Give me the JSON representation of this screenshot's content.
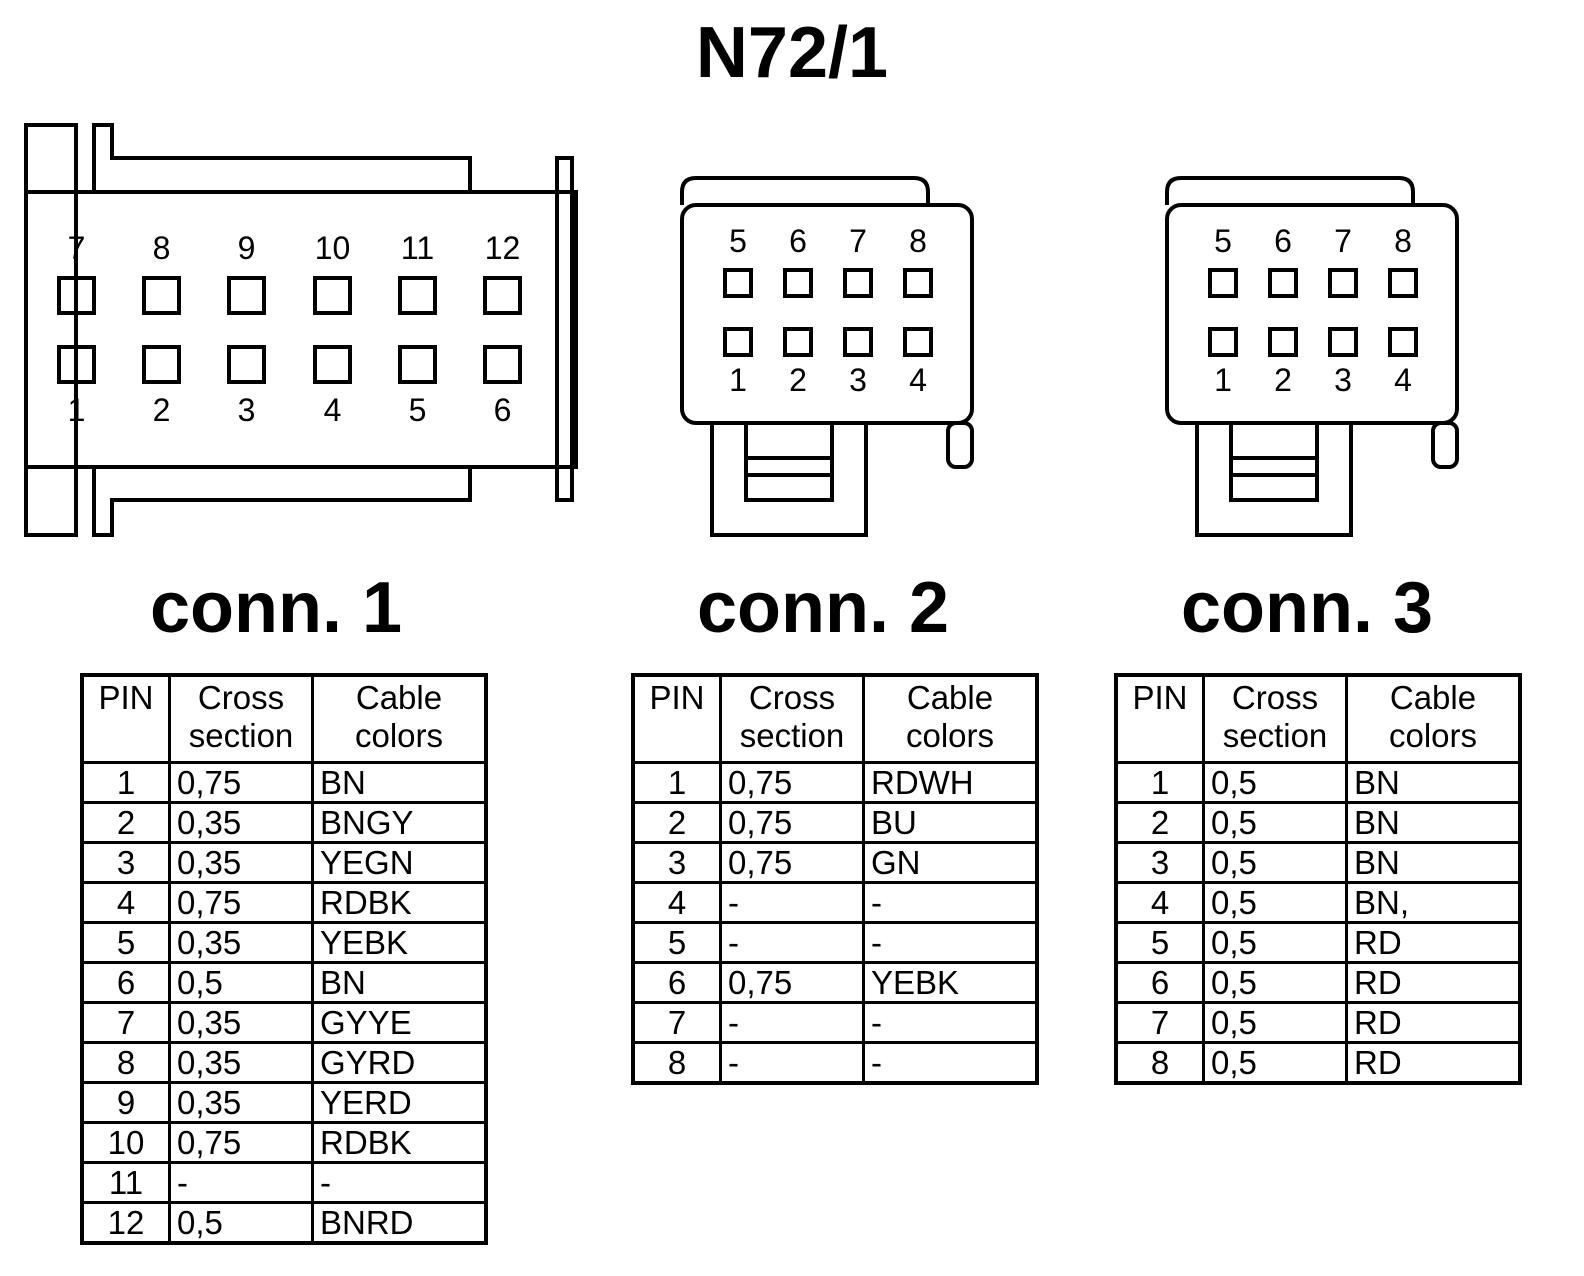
{
  "title": "N72/1",
  "connectors": [
    {
      "label": "conn. 1",
      "top_pins": [
        "7",
        "8",
        "9",
        "10",
        "11",
        "12"
      ],
      "bottom_pins": [
        "1",
        "2",
        "3",
        "4",
        "5",
        "6"
      ],
      "headers": {
        "pin": "PIN",
        "cross": "Cross section",
        "colors": "Cable colors"
      },
      "rows": [
        {
          "pin": "1",
          "cross": "0,75",
          "colors": "BN"
        },
        {
          "pin": "2",
          "cross": "0,35",
          "colors": "BNGY"
        },
        {
          "pin": "3",
          "cross": "0,35",
          "colors": "YEGN"
        },
        {
          "pin": "4",
          "cross": "0,75",
          "colors": "RDBK"
        },
        {
          "pin": "5",
          "cross": "0,35",
          "colors": "YEBK"
        },
        {
          "pin": "6",
          "cross": "0,5",
          "colors": "BN"
        },
        {
          "pin": "7",
          "cross": "0,35",
          "colors": "GYYE"
        },
        {
          "pin": "8",
          "cross": "0,35",
          "colors": "GYRD"
        },
        {
          "pin": "9",
          "cross": "0,35",
          "colors": "YERD"
        },
        {
          "pin": "10",
          "cross": "0,75",
          "colors": "RDBK"
        },
        {
          "pin": "11",
          "cross": "-",
          "colors": "-"
        },
        {
          "pin": "12",
          "cross": "0,5",
          "colors": "BNRD"
        }
      ]
    },
    {
      "label": "conn. 2",
      "top_pins": [
        "5",
        "6",
        "7",
        "8"
      ],
      "bottom_pins": [
        "1",
        "2",
        "3",
        "4"
      ],
      "headers": {
        "pin": "PIN",
        "cross": "Cross section",
        "colors": "Cable colors"
      },
      "rows": [
        {
          "pin": "1",
          "cross": "0,75",
          "colors": "RDWH"
        },
        {
          "pin": "2",
          "cross": "0,75",
          "colors": "BU"
        },
        {
          "pin": "3",
          "cross": "0,75",
          "colors": "GN"
        },
        {
          "pin": "4",
          "cross": "-",
          "colors": "-"
        },
        {
          "pin": "5",
          "cross": "-",
          "colors": "-"
        },
        {
          "pin": "6",
          "cross": "0,75",
          "colors": "YEBK"
        },
        {
          "pin": "7",
          "cross": "-",
          "colors": "-"
        },
        {
          "pin": "8",
          "cross": "-",
          "colors": "-"
        }
      ]
    },
    {
      "label": "conn. 3",
      "top_pins": [
        "5",
        "6",
        "7",
        "8"
      ],
      "bottom_pins": [
        "1",
        "2",
        "3",
        "4"
      ],
      "headers": {
        "pin": "PIN",
        "cross": "Cross section",
        "colors": "Cable colors"
      },
      "rows": [
        {
          "pin": "1",
          "cross": "0,5",
          "colors": "BN"
        },
        {
          "pin": "2",
          "cross": "0,5",
          "colors": "BN"
        },
        {
          "pin": "3",
          "cross": "0,5",
          "colors": "BN"
        },
        {
          "pin": "4",
          "cross": "0,5",
          "colors": "BN,"
        },
        {
          "pin": "5",
          "cross": "0,5",
          "colors": "RD"
        },
        {
          "pin": "6",
          "cross": "0,5",
          "colors": "RD"
        },
        {
          "pin": "7",
          "cross": "0,5",
          "colors": "RD"
        },
        {
          "pin": "8",
          "cross": "0,5",
          "colors": "RD"
        }
      ]
    }
  ]
}
